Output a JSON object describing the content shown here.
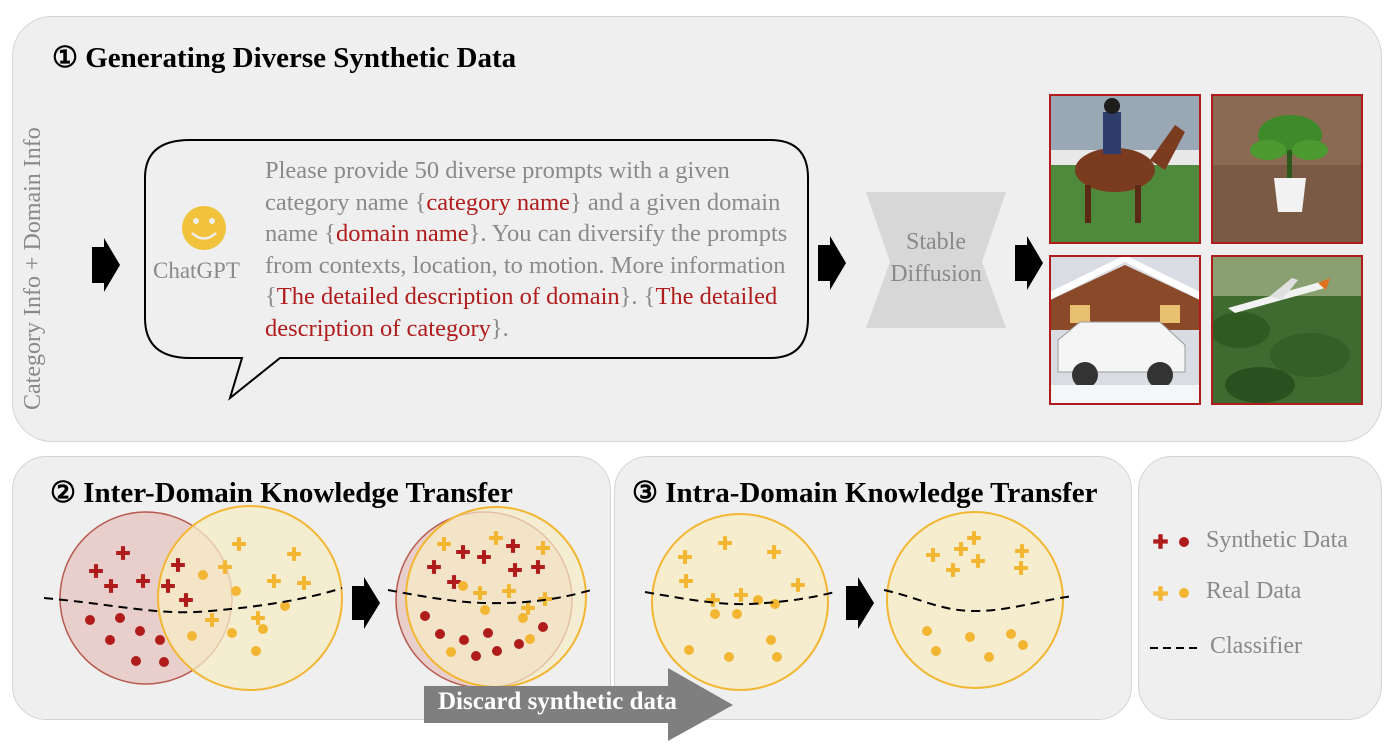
{
  "panel1": {
    "title": "① Generating Diverse Synthetic Data",
    "side_label": "Category Info + Domain Info",
    "chat": {
      "speaker": "ChatGPT",
      "avatar_icon": "smiley-face-icon",
      "segments": [
        {
          "text": "Please provide 50 diverse prompts with a given category name {",
          "highlight": false
        },
        {
          "text": "category name",
          "highlight": true
        },
        {
          "text": "} and a given domain name {",
          "highlight": false
        },
        {
          "text": "domain name",
          "highlight": true
        },
        {
          "text": "}. You can diversify the prompts from contexts, location, to motion. More information {",
          "highlight": false
        },
        {
          "text": "The detailed description of domain",
          "highlight": true
        },
        {
          "text": "}. {",
          "highlight": false
        },
        {
          "text": "The detailed description of category",
          "highlight": true
        },
        {
          "text": "}.",
          "highlight": false
        }
      ]
    },
    "generator": {
      "line1": "Stable",
      "line2": "Diffusion"
    },
    "images": [
      "polo-horse-image",
      "potted-plant-image",
      "snow-car-cabin-image",
      "airplane-forest-image"
    ]
  },
  "panel2": {
    "title": "② Inter-Domain Knowledge Transfer"
  },
  "panel3": {
    "title": "③ Intra-Domain Knowledge Transfer"
  },
  "discard_label": "Discard synthetic data",
  "legend": [
    {
      "label": "Synthetic Data",
      "color": "#b01c1c"
    },
    {
      "label": "Real Data",
      "color": "#f2b632"
    },
    {
      "label": "Classifier",
      "color": "#000000"
    }
  ],
  "colors": {
    "synthetic": "#b01c1c",
    "real": "#f2b632",
    "panel": "#efefef",
    "text_gray": "#8a8a8a"
  }
}
